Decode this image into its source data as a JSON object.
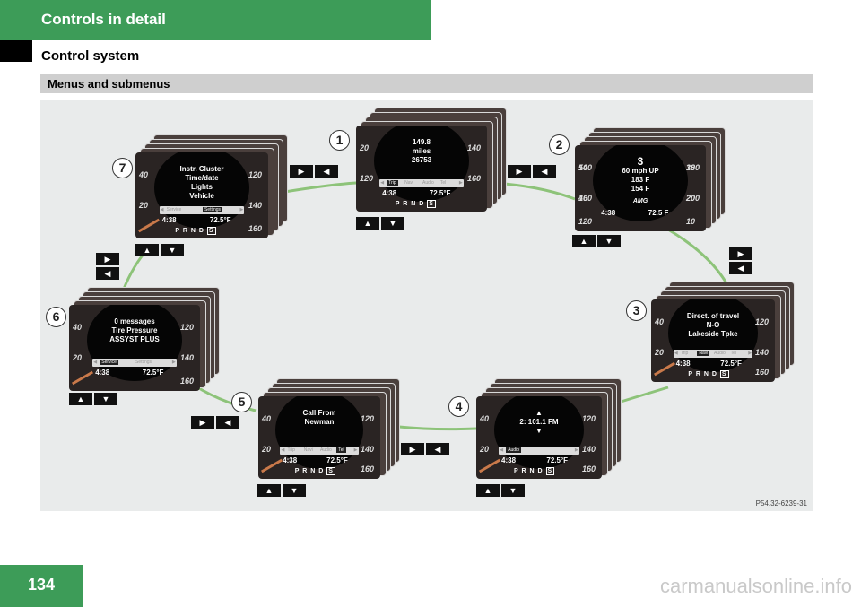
{
  "header": {
    "title": "Controls in detail"
  },
  "section": {
    "title": "Control system"
  },
  "subsection": {
    "title": "Menus and submenus"
  },
  "figure": {
    "reference": "P54.32-6239-31",
    "buttons": {
      "right": "▶",
      "left": "◀",
      "up": "▲",
      "down": "▼"
    },
    "clusters": [
      {
        "callout": "1",
        "lines": [
          "149.8",
          "miles",
          "26753"
        ],
        "menu": [
          "Trip",
          "Navi",
          "Audio",
          "Tel"
        ],
        "selected": 0,
        "time": "4:38",
        "temp": "72.5°F",
        "gears": "P R N D",
        "gear_s": "S",
        "ticks": [
          "20",
          "120",
          "140",
          "160"
        ]
      },
      {
        "callout": "2",
        "lines": [
          "3",
          "60 mph  UP",
          "183  F",
          "154  F"
        ],
        "menu": [],
        "selected": -1,
        "amg": "AMG",
        "time": "4:38",
        "temp": "72.5 F",
        "gears": "",
        "gear_s": "",
        "ticks": [
          "50",
          "40",
          "30",
          "20",
          "10",
          "120",
          "140",
          "160",
          "180",
          "200"
        ]
      },
      {
        "callout": "3",
        "lines": [
          "Direct. of travel",
          "N-O",
          "Lakeside Tpke"
        ],
        "menu": [
          "Trip",
          "Navi",
          "Audio",
          "Tel"
        ],
        "selected": 1,
        "time": "4:38",
        "temp": "72.5°F",
        "gears": "P R N D",
        "gear_s": "S",
        "ticks": [
          "40",
          "20",
          "120",
          "140",
          "160"
        ]
      },
      {
        "callout": "4",
        "lines": [
          "▲",
          "2: 101.1 FM",
          "▼"
        ],
        "menu": [
          "Audio"
        ],
        "selected": 0,
        "time": "4:38",
        "temp": "72.5°F",
        "gears": "P R N D",
        "gear_s": "S",
        "ticks": [
          "40",
          "20",
          "120",
          "140",
          "160"
        ]
      },
      {
        "callout": "5",
        "lines": [
          "Call From",
          "Newman"
        ],
        "menu": [
          "Trip",
          "Navi",
          "Audio",
          "Tel"
        ],
        "selected": 3,
        "time": "4:38",
        "temp": "72.5°F",
        "gears": "P R N D",
        "gear_s": "S",
        "ticks": [
          "40",
          "20",
          "120",
          "140",
          "160"
        ]
      },
      {
        "callout": "6",
        "lines": [
          "0 messages",
          "Tire Pressure",
          "ASSYST PLUS"
        ],
        "menu": [
          "Service",
          "Settings"
        ],
        "selected": 0,
        "time": "4:38",
        "temp": "72.5°F",
        "gears": "",
        "gear_s": "",
        "ticks": [
          "40",
          "20",
          "120",
          "140",
          "160"
        ]
      },
      {
        "callout": "7",
        "lines": [
          "Instr. Cluster",
          "Time/date",
          "Lights",
          "Vehicle"
        ],
        "menu": [
          "Service",
          "Settings"
        ],
        "selected": 1,
        "time": "4:38",
        "temp": "72.5°F",
        "gears": "P R N D",
        "gear_s": "S",
        "ticks": [
          "40",
          "20",
          "120",
          "140",
          "160"
        ]
      }
    ]
  },
  "page": {
    "number": "134"
  },
  "watermark": "carmanualsonline.info"
}
